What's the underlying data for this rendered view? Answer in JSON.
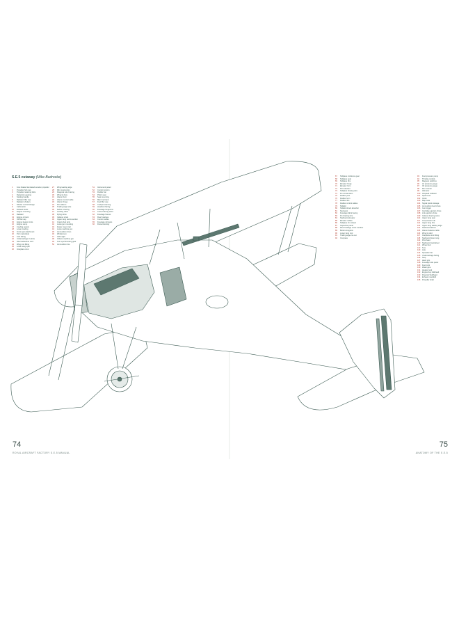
{
  "left_page": {
    "caption_title": "S.E.5 cutaway",
    "caption_credit": "(Mike Badrocke)",
    "page_number": "74",
    "running_title": "ROYAL AIRCRAFT FACTORY S.E.5 MANUAL"
  },
  "right_page": {
    "page_number": "75",
    "running_title": "ANATOMY OF THE S.E.5"
  },
  "key_columns": [
    {
      "items": [
        {
          "n": "1",
          "t": "Four-bladed laminated wooden propeller"
        },
        {
          "n": "2",
          "t": "Propeller hub cap"
        },
        {
          "n": "3",
          "t": "Propeller retaining bolts"
        },
        {
          "n": "4",
          "t": "Reduction gearing"
        },
        {
          "n": "5",
          "t": "Starting handle"
        },
        {
          "n": "6",
          "t": "Radiator filler cap"
        },
        {
          "n": "7",
          "t": "Radiator shutters"
        },
        {
          "n": "8",
          "t": "Shutter control linkage"
        },
        {
          "n": "9",
          "t": "Carburettor"
        },
        {
          "n": "10",
          "t": "Exhaust stubs"
        },
        {
          "n": "11",
          "t": "Engine mounting"
        },
        {
          "n": "12",
          "t": "Radiator"
        },
        {
          "n": "13",
          "t": "Engine oil tank"
        },
        {
          "n": "14",
          "t": "Oil filler cap"
        },
        {
          "n": "15",
          "t": "Engine bearer struts"
        },
        {
          "n": "16",
          "t": "Engine sump"
        },
        {
          "n": "17",
          "t": "Cowling panels"
        },
        {
          "n": "18",
          "t": "Lower cowling"
        },
        {
          "n": "19",
          "t": "Front spar attachment"
        },
        {
          "n": "20",
          "t": "Port mainwheel"
        },
        {
          "n": "21",
          "t": "Axle fairing"
        },
        {
          "n": "22",
          "t": "Undercarriage V-struts"
        },
        {
          "n": "23",
          "t": "Shock absorber cord"
        },
        {
          "n": "24",
          "t": "Wing root fitting"
        },
        {
          "n": "25",
          "t": "Lower wing spar"
        },
        {
          "n": "26",
          "t": "Interplane strut"
        }
      ]
    },
    {
      "items": [
        {
          "n": "27",
          "t": "Wing leading edge"
        },
        {
          "n": "28",
          "t": "Rib construction"
        },
        {
          "n": "29",
          "t": "Diagonal wire bracing"
        },
        {
          "n": "30",
          "t": "Wing tip bow"
        },
        {
          "n": "31",
          "t": "Aileron horn"
        },
        {
          "n": "32",
          "t": "Aileron control cable"
        },
        {
          "n": "33",
          "t": "Aileron hinge"
        },
        {
          "n": "34",
          "t": "Port aileron"
        },
        {
          "n": "35",
          "t": "Trailing edge wire"
        },
        {
          "n": "36",
          "t": "Fabric covering"
        },
        {
          "n": "37",
          "t": "Landing wires"
        },
        {
          "n": "38",
          "t": "Flying wires"
        },
        {
          "n": "39",
          "t": "Cabane struts"
        },
        {
          "n": "40",
          "t": "Upper wing centre section"
        },
        {
          "n": "41",
          "t": "Gravity fuel tank"
        },
        {
          "n": "42",
          "t": "Lewis gun mounting"
        },
        {
          "n": "43",
          "t": "Foster mount rail"
        },
        {
          "n": "44",
          "t": "Lewis machine gun"
        },
        {
          "n": "45",
          "t": "Ammunition drum"
        },
        {
          "n": "46",
          "t": "Windscreen"
        },
        {
          "n": "47",
          "t": "Aldis sight"
        },
        {
          "n": "48",
          "t": "Vickers machine gun"
        },
        {
          "n": "49",
          "t": "Gun synchronising gear"
        },
        {
          "n": "50",
          "t": "Ammunition box"
        }
      ]
    },
    {
      "items": [
        {
          "n": "51",
          "t": "Instrument panel"
        },
        {
          "n": "52",
          "t": "Control column"
        },
        {
          "n": "53",
          "t": "Rudder bar"
        },
        {
          "n": "54",
          "t": "Pilot's seat"
        },
        {
          "n": "55",
          "t": "Seat mounting"
        },
        {
          "n": "56",
          "t": "Main fuel tank"
        },
        {
          "n": "57",
          "t": "Fuel filler cap"
        },
        {
          "n": "58",
          "t": "Cockpit coaming"
        },
        {
          "n": "59",
          "t": "Headrest fairing"
        },
        {
          "n": "60",
          "t": "Fuselage longerons"
        },
        {
          "n": "61",
          "t": "Cross bracing wires"
        },
        {
          "n": "62",
          "t": "Fuselage frames"
        },
        {
          "n": "63",
          "t": "Rear fuselage"
        },
        {
          "n": "64",
          "t": "Control cables"
        },
        {
          "n": "65",
          "t": "Fuselage stringers"
        },
        {
          "n": "66",
          "t": "Dorsal decking"
        }
      ]
    },
    {
      "items": [
        {
          "n": "67",
          "t": "Tailplane incidence gear"
        },
        {
          "n": "68",
          "t": "Tailplane spar"
        },
        {
          "n": "69",
          "t": "Tailplane ribs"
        },
        {
          "n": "70",
          "t": "Elevator hinge"
        },
        {
          "n": "71",
          "t": "Elevator horn"
        },
        {
          "n": "72",
          "t": "Port elevator"
        },
        {
          "n": "73",
          "t": "Tailplane bracing wire"
        },
        {
          "n": "74",
          "t": "Fin construction"
        },
        {
          "n": "75",
          "t": "Rudder post"
        },
        {
          "n": "76",
          "t": "Rudder horn"
        },
        {
          "n": "77",
          "t": "Rudder ribs"
        },
        {
          "n": "78",
          "t": "Rudder control cables"
        },
        {
          "n": "79",
          "t": "Tailskid"
        },
        {
          "n": "80",
          "t": "Tailskid shock absorber"
        },
        {
          "n": "81",
          "t": "Sternpost"
        },
        {
          "n": "82",
          "t": "Fuselage fabric lacing"
        },
        {
          "n": "83",
          "t": "Fin bracing wire"
        },
        {
          "n": "84",
          "t": "Starboard elevator"
        },
        {
          "n": "85",
          "t": "Elevator cables"
        },
        {
          "n": "86",
          "t": "Tailplane trim wheel"
        },
        {
          "n": "87",
          "t": "Inspection panel"
        },
        {
          "n": "88",
          "t": "Rear fuselage cross member"
        },
        {
          "n": "89",
          "t": "Bottom longeron"
        },
        {
          "n": "90",
          "t": "Lower wing root"
        },
        {
          "n": "91",
          "t": "Trailing edge cut-out"
        },
        {
          "n": "92",
          "t": "Compass"
        }
      ]
    },
    {
      "items": [
        {
          "n": "93",
          "t": "Fuel pressure pump"
        },
        {
          "n": "94",
          "t": "Throttle controls"
        },
        {
          "n": "95",
          "t": "Magneto switches"
        },
        {
          "n": "96",
          "t": "Air pressure gauge"
        },
        {
          "n": "97",
          "t": "Oil pressure gauge"
        },
        {
          "n": "98",
          "t": "Rev counter"
        },
        {
          "n": "99",
          "t": "Altimeter"
        },
        {
          "n": "100",
          "t": "Airspeed indicator"
        },
        {
          "n": "101",
          "t": "Spirit level"
        },
        {
          "n": "102",
          "t": "Clock"
        },
        {
          "n": "103",
          "t": "Map case"
        },
        {
          "n": "104",
          "t": "Signal pistol stowage"
        },
        {
          "n": "105",
          "t": "Ammunition feed chute"
        },
        {
          "n": "106",
          "t": "Gun trigger"
        },
        {
          "n": "107",
          "t": "Cartridge ejection chute"
        },
        {
          "n": "108",
          "t": "Link ejection chute"
        },
        {
          "n": "109",
          "t": "Cabane bracing wires"
        },
        {
          "n": "110",
          "t": "Upper wing spar"
        },
        {
          "n": "111",
          "t": "Compression rib"
        },
        {
          "n": "112",
          "t": "Upper wing ribs"
        },
        {
          "n": "113",
          "t": "Upper wing leading edge"
        },
        {
          "n": "114",
          "t": "Starboard aileron"
        },
        {
          "n": "115",
          "t": "Aileron balance cable"
        },
        {
          "n": "116",
          "t": "Wing tip skid"
        },
        {
          "n": "117",
          "t": "Interplane strut fitting"
        },
        {
          "n": "118",
          "t": "Starboard lower wing"
        },
        {
          "n": "119",
          "t": "Pitot head"
        },
        {
          "n": "120",
          "t": "Starboard mainwheel"
        },
        {
          "n": "121",
          "t": "Wheel hub"
        },
        {
          "n": "122",
          "t": "Tyre"
        },
        {
          "n": "123",
          "t": "Axle"
        },
        {
          "n": "124",
          "t": "Spreader bar"
        },
        {
          "n": "125",
          "t": "Undercarriage fairing"
        },
        {
          "n": "126",
          "t": "Step"
        },
        {
          "n": "127",
          "t": "Hand grip"
        },
        {
          "n": "128",
          "t": "Fuselage side panel"
        },
        {
          "n": "129",
          "t": "Fuel cock"
        },
        {
          "n": "130",
          "t": "Water pipe"
        },
        {
          "n": "131",
          "t": "Header tank"
        },
        {
          "n": "132",
          "t": "Engine bay bulkhead"
        },
        {
          "n": "133",
          "t": "Fireproof bulkhead"
        },
        {
          "n": "134",
          "t": "Exhaust manifold"
        },
        {
          "n": "135",
          "t": "Propeller shaft"
        }
      ]
    }
  ],
  "colors": {
    "ink": "#3b5a52",
    "ink_light": "#8fa39d",
    "panel_dark": "#5d7870",
    "key_number": "#b23a2a"
  }
}
